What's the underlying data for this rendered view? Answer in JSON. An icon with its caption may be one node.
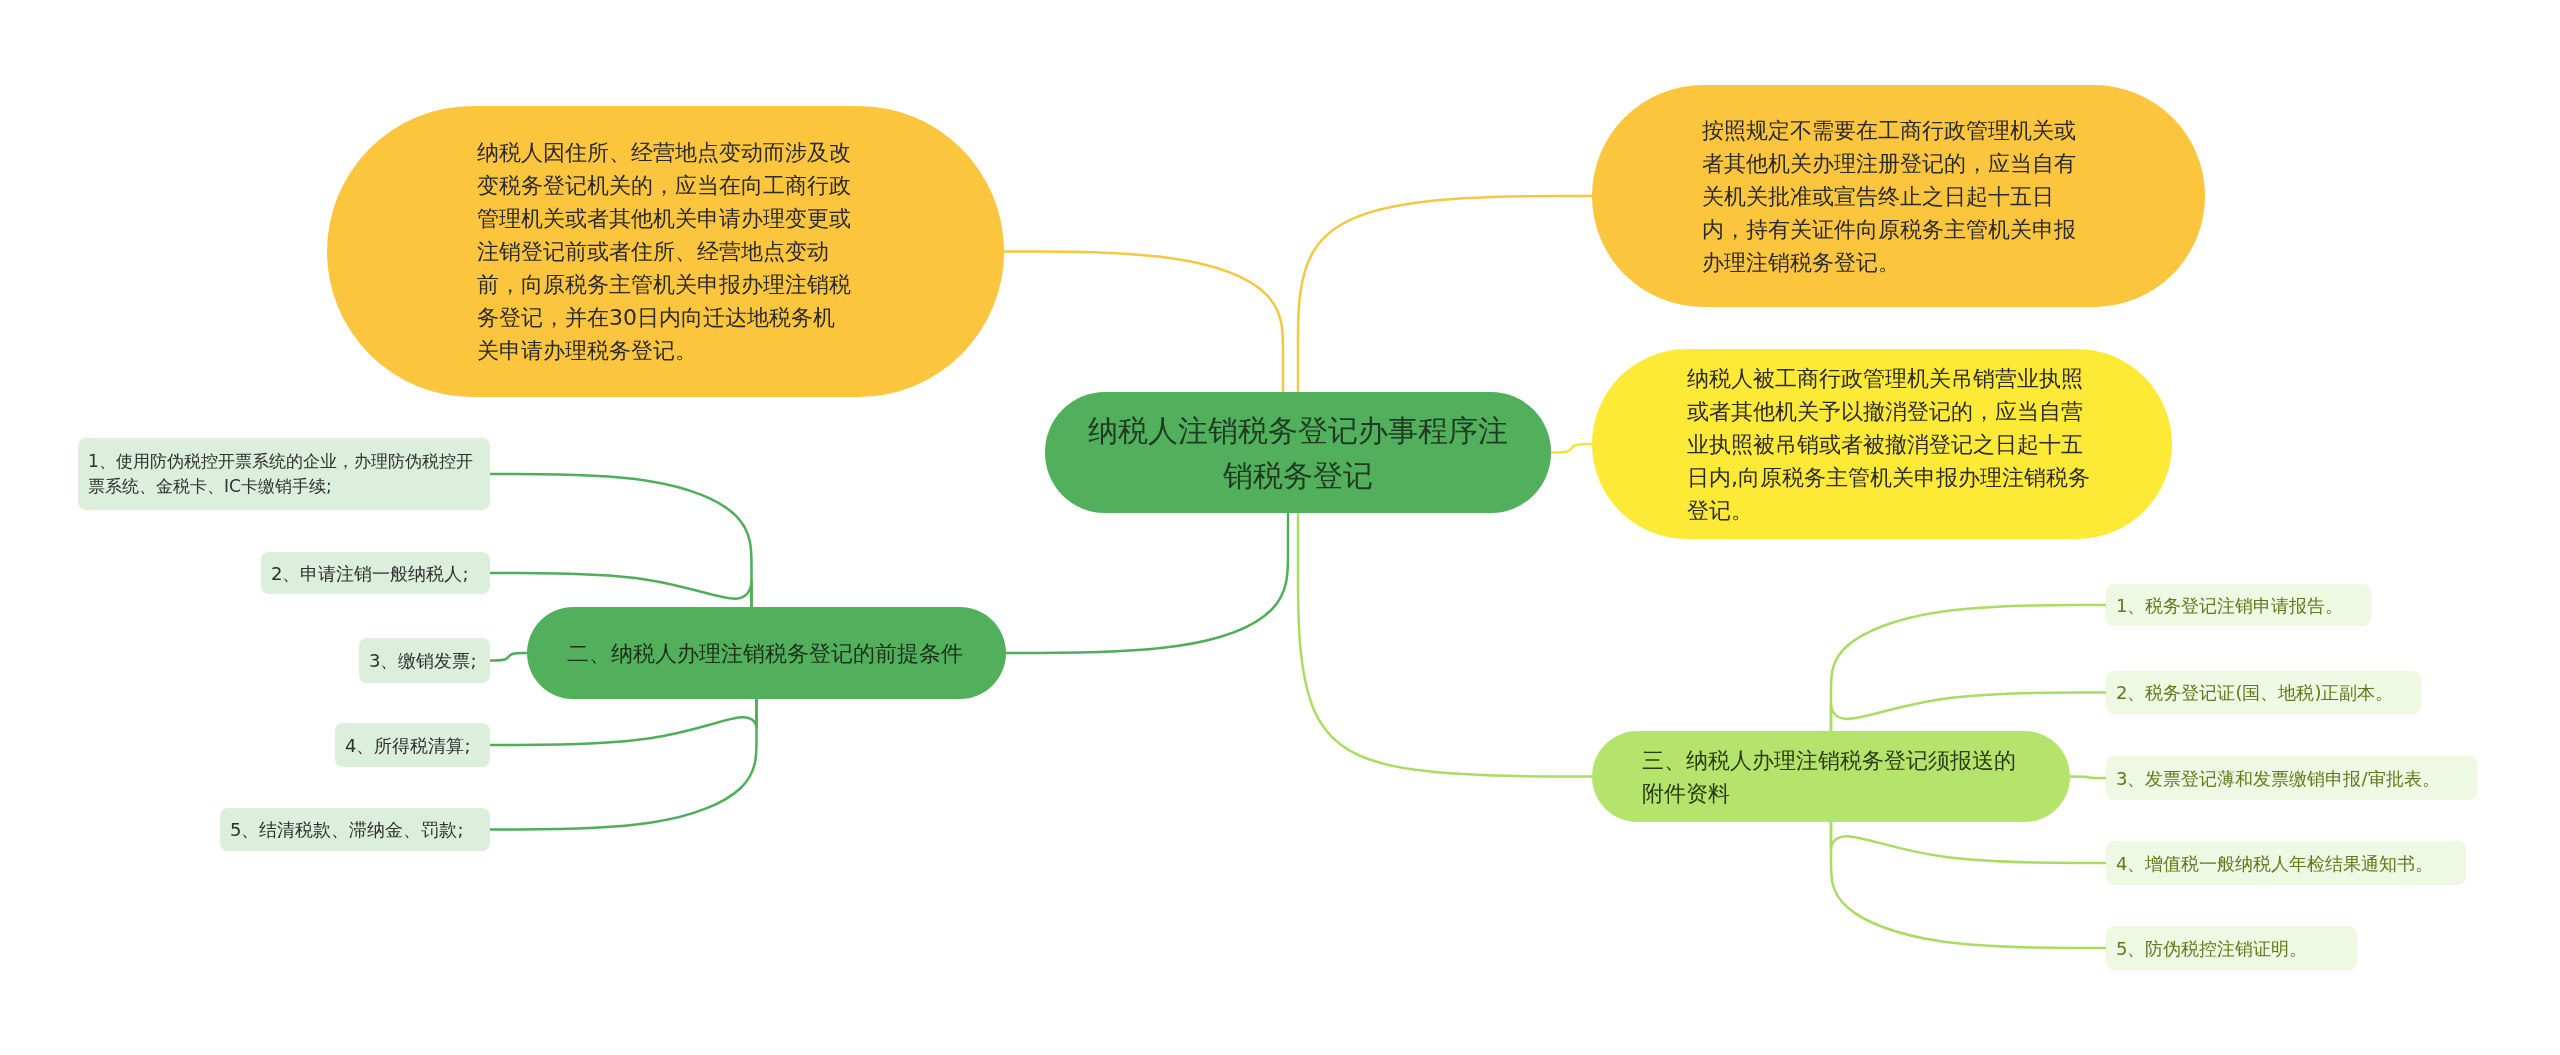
{
  "diagram": {
    "nodes": [
      {
        "text": [
          "纳税人注销税务登记办事程序注销税务登记"
        ]
      },
      {
        "text": [
          "纳税人因住所、经营地点变动而涉及改变税务登记机关的，应当在向工商行政管理机关或者其他机关申请办理变更或注销登记前或者住所、经营地点变动前，向原税务主管机关申报办理注销税务登记，并在30日内向迁达地税务机关申请办理税务登记。"
        ]
      },
      {
        "text": [
          "按照规定不需要在工商行政管理机关或者其他机关办理注册登记的，应当自有关机关批准或宣告终止之日起十五日内，持有关证件向原税务主管机关申报办理注销税务登记。"
        ]
      },
      {
        "text": [
          "纳税人被工商行政管理机关吊销营业执照或者其他机关予以撤消登记的，应当自营业执照被吊销或者被撤消登记之日起十五日内,向原税务主管机关申报办理注销税务登记。"
        ]
      },
      {
        "text": [
          "二、纳税人办理注销税务登记的前提条件"
        ]
      },
      {
        "text": [
          "1、使用防伪税控开票系统的企业，办理防伪税控开票系统、金税卡、IC卡缴销手续;"
        ]
      },
      {
        "text": [
          "2、申请注销一般纳税人;"
        ]
      },
      {
        "text": [
          "3、缴销发票;"
        ]
      },
      {
        "text": [
          "4、所得税清算;"
        ]
      },
      {
        "text": [
          "5、结清税款、滞纳金、罚款;"
        ]
      },
      {
        "text": [
          "三、纳税人办理注销税务登记须报送的附件资料"
        ]
      },
      {
        "text": [
          "1、税务登记注销申请报告。"
        ]
      },
      {
        "text": [
          "2、税务登记证(国、地税)正副本。"
        ]
      },
      {
        "text": [
          "3、发票登记薄和发票缴销申报/审批表。"
        ]
      },
      {
        "text": [
          "4、增值税一般纳税人年检结果通知书。"
        ]
      },
      {
        "text": [
          "5、防伪税控注销证明。"
        ]
      }
    ],
    "edges": [
      {
        "from": 0,
        "to": 1,
        "arrow": "none",
        "color": "#f5c842"
      },
      {
        "from": 0,
        "to": 2,
        "arrow": "none",
        "color": "#f5c842"
      },
      {
        "from": 0,
        "to": 3,
        "arrow": "none",
        "color": "#f5e236"
      },
      {
        "from": 0,
        "to": 4,
        "arrow": "none",
        "color": "#4fae5a"
      },
      {
        "from": 4,
        "to": 5,
        "arrow": "none",
        "color": "#4fae5a"
      },
      {
        "from": 4,
        "to": 6,
        "arrow": "none",
        "color": "#4fae5a"
      },
      {
        "from": 4,
        "to": 7,
        "arrow": "none",
        "color": "#4fae5a"
      },
      {
        "from": 4,
        "to": 8,
        "arrow": "none",
        "color": "#4fae5a"
      },
      {
        "from": 4,
        "to": 9,
        "arrow": "none",
        "color": "#4fae5a"
      },
      {
        "from": 0,
        "to": 10,
        "arrow": "none",
        "color": "#a8dd62"
      },
      {
        "from": 10,
        "to": 11,
        "arrow": "none",
        "color": "#a8dd62"
      },
      {
        "from": 10,
        "to": 12,
        "arrow": "none",
        "color": "#a8dd62"
      },
      {
        "from": 10,
        "to": 13,
        "arrow": "none",
        "color": "#a8dd62"
      },
      {
        "from": 10,
        "to": 14,
        "arrow": "none",
        "color": "#a8dd62"
      },
      {
        "from": 10,
        "to": 15,
        "arrow": "none",
        "color": "#a8dd62"
      }
    ]
  }
}
